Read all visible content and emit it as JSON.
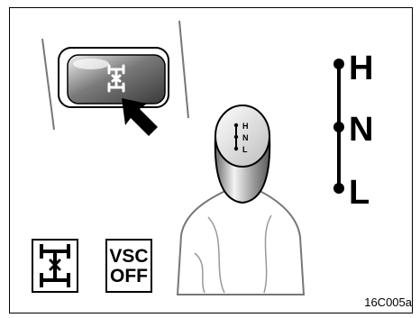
{
  "indicator_labels": {
    "vsc_off_line1": "VSC",
    "vsc_off_line2": "OFF"
  },
  "gear_selector": {
    "high": "H",
    "neutral": "N",
    "low": "L"
  },
  "knob_labels": [
    "H",
    "N",
    "L"
  ],
  "figure_code": "16C005a",
  "icons": [
    "four-wheel-drive-icon",
    "vsc-off-icon",
    "arrow-pointer-icon"
  ]
}
